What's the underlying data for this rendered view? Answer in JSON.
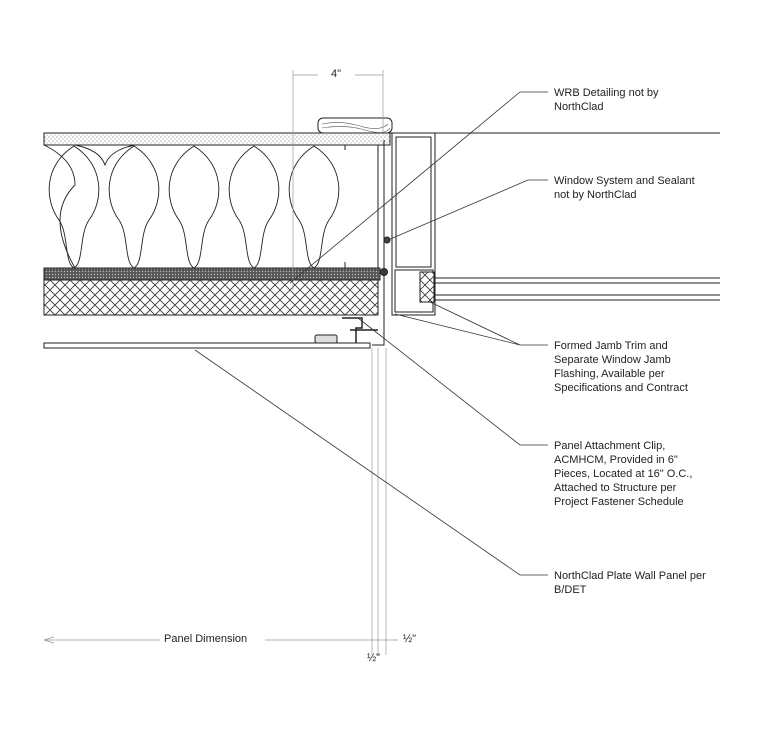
{
  "callouts": [
    {
      "text": "WRB Detailing not by\nNorthClad"
    },
    {
      "text": "Window System and Sealant\nnot by NorthClad"
    },
    {
      "text": "Formed Jamb Trim and\nSeparate Window Jamb\nFlashing, Available per\nSpecifications and Contract"
    },
    {
      "text": "Panel Attachment Clip,\nACMHCM, Provided in 6\"\nPieces, Located at 16\" O.C.,\nAttached to Structure per\nProject Fastener Schedule"
    },
    {
      "text": "NorthClad Plate Wall Panel per\nB/DET"
    }
  ],
  "dimensions": {
    "top": "4\"",
    "panel": "Panel Dimension",
    "half_right": "½\"",
    "half_bottom": "½\""
  }
}
